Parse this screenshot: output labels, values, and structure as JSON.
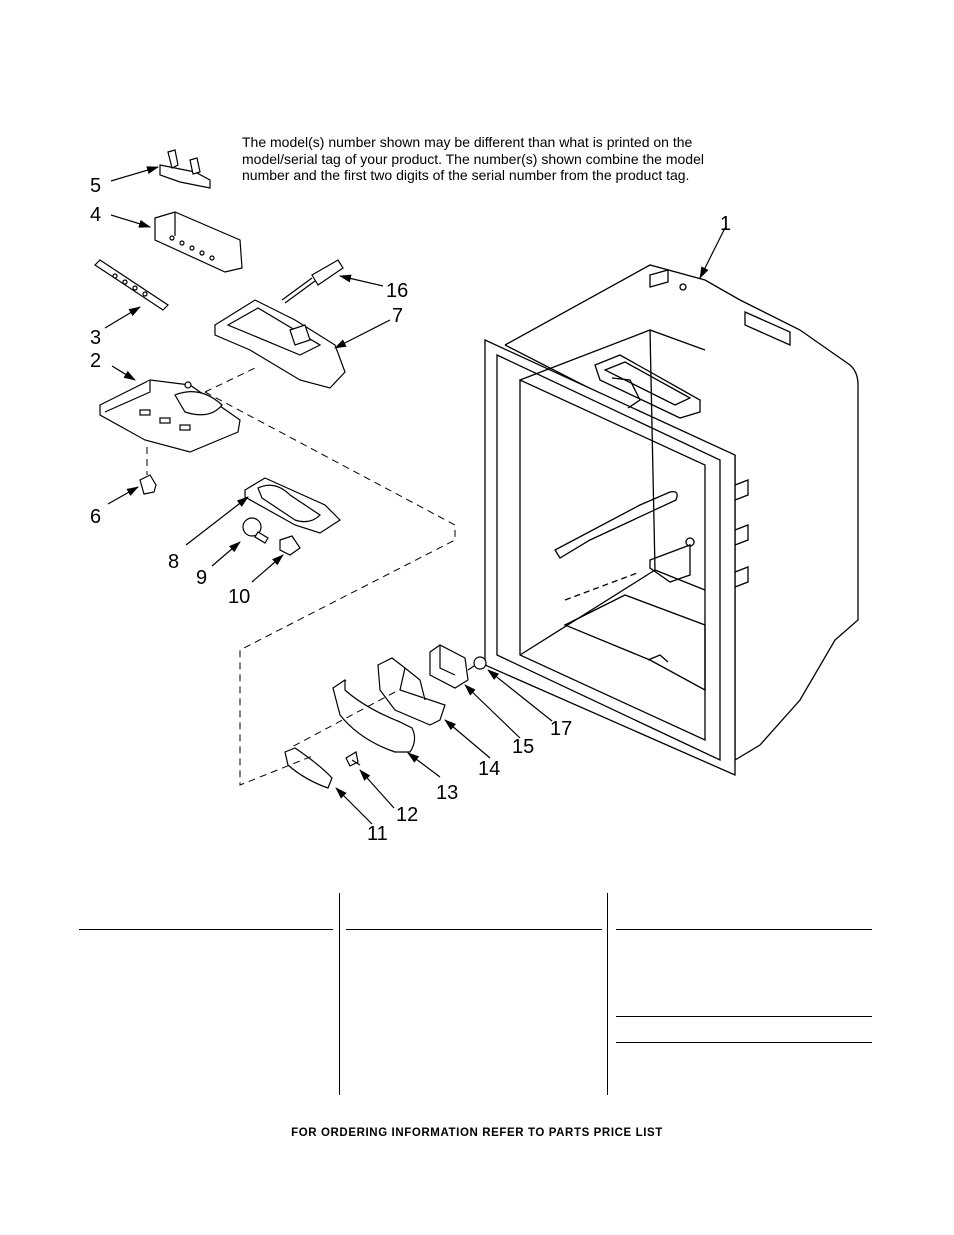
{
  "notice": {
    "lines": [
      "The model(s) number shown may be different than what is printed on the",
      "model/serial tag of your product. The number(s) shown combine the model",
      "number and the first two digits of the serial number from the product tag."
    ]
  },
  "callouts": {
    "c1": "1",
    "c2": "2",
    "c3": "3",
    "c4": "4",
    "c5": "5",
    "c6": "6",
    "c7": "7",
    "c8": "8",
    "c9": "9",
    "c10": "10",
    "c11": "11",
    "c12": "12",
    "c13": "13",
    "c14": "14",
    "c15": "15",
    "c16": "16",
    "c17": "17"
  },
  "footer": {
    "text": "FOR ORDERING INFORMATION REFER TO PARTS PRICE LIST"
  }
}
